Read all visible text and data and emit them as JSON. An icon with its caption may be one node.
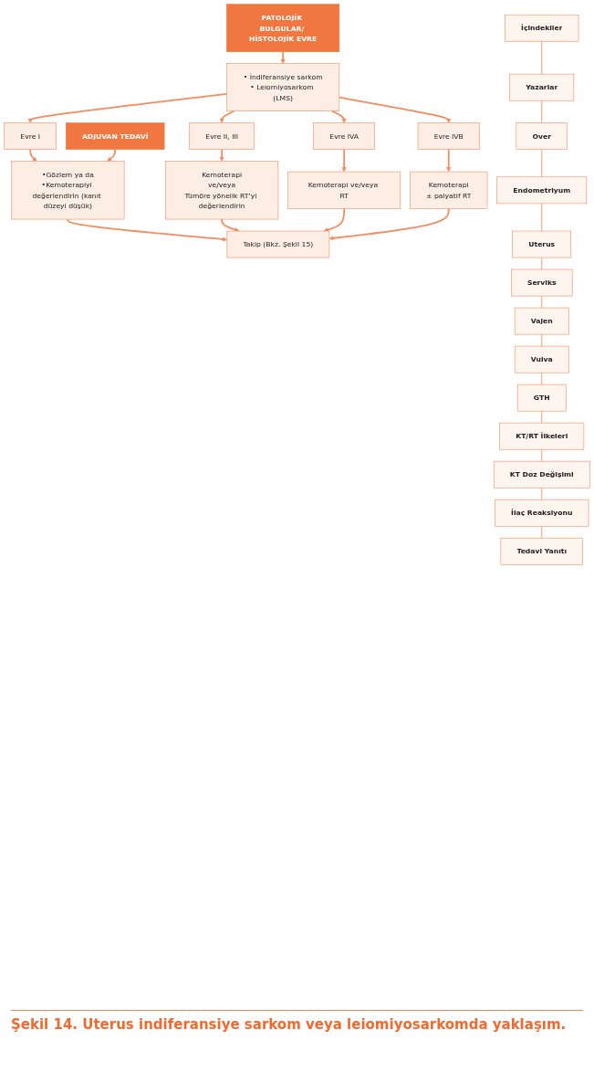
{
  "diagram": {
    "caption": "Şekil 14. Uterus indiferansiye sarkom veya leiomiyosarkomda yaklaşım.",
    "nodes": [
      {
        "text": [
          "PATOLOJİK BULGULAR/ HİSTOLOJİK EVRE"
        ]
      },
      {
        "text": [
          "• İndiferansiye sarkom",
          "• Leiomiyosarkom (LMS)"
        ]
      },
      {
        "text": [
          "Evre I"
        ]
      },
      {
        "text": [
          "Evre II, III"
        ]
      },
      {
        "text": [
          "Evre IVA"
        ]
      },
      {
        "text": [
          "Evre IVB"
        ]
      },
      {
        "text": [
          "ADJUVAN TEDAVİ"
        ]
      },
      {
        "text": [
          "•Gözlem ya da",
          "•Kemoterapiyi değerlendirin (kanıt düzeyi düşük)"
        ]
      },
      {
        "text": [
          "Kemoterapi",
          "ve/veya",
          "Tümöre yönelik RT’yi değerlendirin"
        ]
      },
      {
        "text": [
          "Kemoterapi ve/veya RT"
        ]
      },
      {
        "text": [
          "Kemoterapi",
          "± palyatif RT"
        ]
      },
      {
        "text": [
          "Takip (Bkz. Şekil 15)"
        ]
      },
      {
        "text": [
          "İçindekiler"
        ]
      },
      {
        "text": [
          "Yazarlar"
        ]
      },
      {
        "text": [
          "Over"
        ]
      },
      {
        "text": [
          "Endometriyum"
        ]
      },
      {
        "text": [
          "Uterus"
        ]
      },
      {
        "text": [
          "Serviks"
        ]
      },
      {
        "text": [
          "Vajen"
        ]
      },
      {
        "text": [
          "Vulva"
        ]
      },
      {
        "text": [
          "GTH"
        ]
      },
      {
        "text": [
          "KT/RT İlkeleri"
        ]
      },
      {
        "text": [
          "KT Doz Değişimi"
        ]
      },
      {
        "text": [
          "İlaç Reaksiyonu"
        ]
      },
      {
        "text": [
          "Tedavi Yanıtı"
        ]
      }
    ],
    "edges": [
      {
        "from": 0,
        "to": 1,
        "arrow": "to"
      },
      {
        "from": 1,
        "to": 2,
        "arrow": "to"
      },
      {
        "from": 1,
        "to": 3,
        "arrow": "to"
      },
      {
        "from": 1,
        "to": 4,
        "arrow": "to"
      },
      {
        "from": 1,
        "to": 5,
        "arrow": "to"
      },
      {
        "from": 2,
        "to": 7,
        "arrow": "to"
      },
      {
        "from": 3,
        "to": 8,
        "arrow": "to"
      },
      {
        "from": 4,
        "to": 9,
        "arrow": "to"
      },
      {
        "from": 5,
        "to": 10,
        "arrow": "to"
      },
      {
        "from": 6,
        "to": 7,
        "arrow": "to"
      },
      {
        "from": 7,
        "to": 11,
        "arrow": "to"
      },
      {
        "from": 8,
        "to": 11,
        "arrow": "to"
      },
      {
        "from": 9,
        "to": 11,
        "arrow": "to"
      },
      {
        "from": 10,
        "to": 11,
        "arrow": "to"
      },
      {
        "from": 12,
        "to": 13,
        "arrow": "none"
      },
      {
        "from": 13,
        "to": 14,
        "arrow": "none"
      },
      {
        "from": 14,
        "to": 15,
        "arrow": "none"
      },
      {
        "from": 15,
        "to": 16,
        "arrow": "none"
      },
      {
        "from": 16,
        "to": 17,
        "arrow": "none"
      },
      {
        "from": 17,
        "to": 18,
        "arrow": "none"
      },
      {
        "from": 18,
        "to": 19,
        "arrow": "none"
      },
      {
        "from": 19,
        "to": 20,
        "arrow": "none"
      },
      {
        "from": 20,
        "to": 21,
        "arrow": "none"
      },
      {
        "from": 21,
        "to": 22,
        "arrow": "none"
      },
      {
        "from": 22,
        "to": 23,
        "arrow": "none"
      },
      {
        "from": 23,
        "to": 24,
        "arrow": "none"
      }
    ]
  }
}
